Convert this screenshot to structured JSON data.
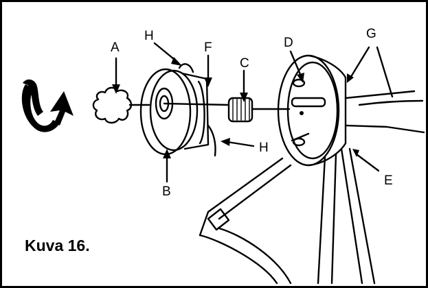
{
  "caption": "Kuva 16.",
  "labels": {
    "A": "A",
    "B": "B",
    "C": "C",
    "D": "D",
    "E": "E",
    "F": "F",
    "G": "G",
    "H_top": "H",
    "H_bottom": "H"
  },
  "colors": {
    "ink": "#000000",
    "paper": "#ffffff"
  },
  "icons": {
    "rotation": "curved-arrow-icon"
  }
}
